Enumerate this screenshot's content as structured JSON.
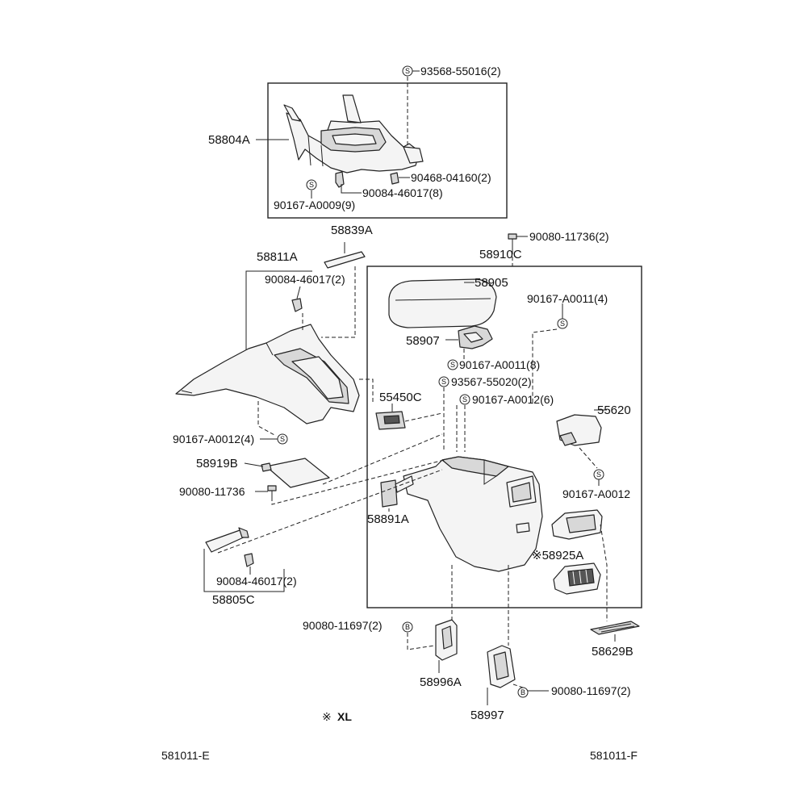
{
  "labels": {
    "p93568": "93568-55016(2)",
    "p58804A": "58804A",
    "p90468": "90468-04160(2)",
    "p90084a": "90084-46017(8)",
    "p90167a": "90167-A0009(9)",
    "p58839A": "58839A",
    "p90080a": "90080-11736(2)",
    "p58811A": "58811A",
    "p90084b": "90084-46017(2)",
    "p58910C": "58910C",
    "p58905": "58905",
    "p90167b": "90167-A0011(4)",
    "p58907": "58907",
    "p90167c": "90167-A0011(8)",
    "p93567": "93567-55020(2)",
    "p55450C": "55450C",
    "p90167d": "90167-A0012(6)",
    "p55620": "55620",
    "p90167e": "90167-A0012(4)",
    "p58919B": "58919B",
    "p90080b": "90080-11736",
    "p90167f": "90167-A0012",
    "p58891A": "58891A",
    "p58925A": "※58925A",
    "p90084c": "90084-46017(2)",
    "p58805C": "58805C",
    "p90080c": "90080-11697(2)",
    "p58629B": "58629B",
    "p58996A": "58996A",
    "p90080d": "90080-11697(2)",
    "p58997": "58997"
  },
  "symbols": {
    "screw": "S",
    "bolt": "B"
  },
  "legend": {
    "mark": "※",
    "text": "XL"
  },
  "footer": {
    "left_code": "581011-E",
    "right_code": "581011-F"
  }
}
